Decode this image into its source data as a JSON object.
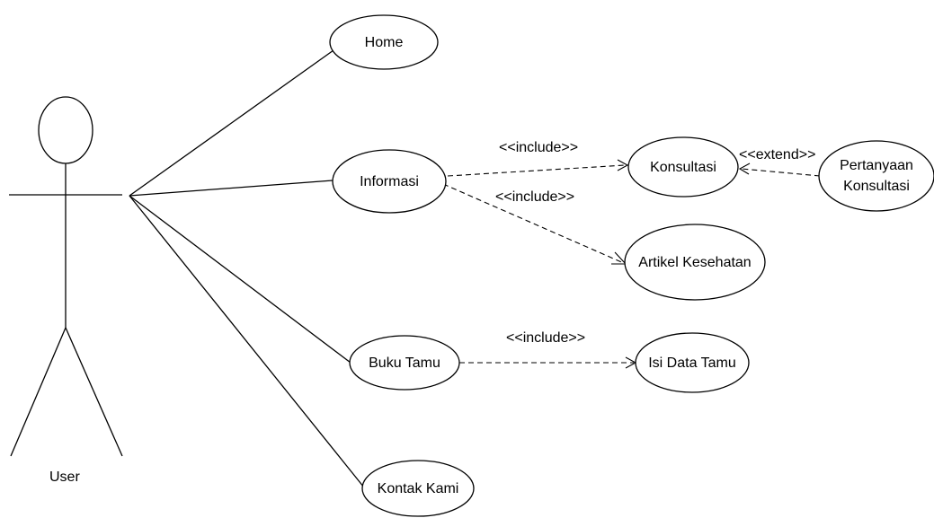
{
  "actor": {
    "name": "User"
  },
  "use_cases": {
    "home": "Home",
    "informasi": "Informasi",
    "konsultasi": "Konsultasi",
    "pertanyaan_konsultasi": [
      "Pertanyaan",
      "Konsultasi"
    ],
    "artikel_kesehatan": "Artikel Kesehatan",
    "buku_tamu": "Buku Tamu",
    "isi_data_tamu": "Isi Data Tamu",
    "kontak_kami": "Kontak Kami"
  },
  "relations": {
    "include_informasi_konsultasi": "<<include>>",
    "include_informasi_artikel": "<<include>>",
    "extend_pertanyaan_konsultasi": "<<extend>>",
    "include_bukutamu_isidata": "<<include>>"
  }
}
